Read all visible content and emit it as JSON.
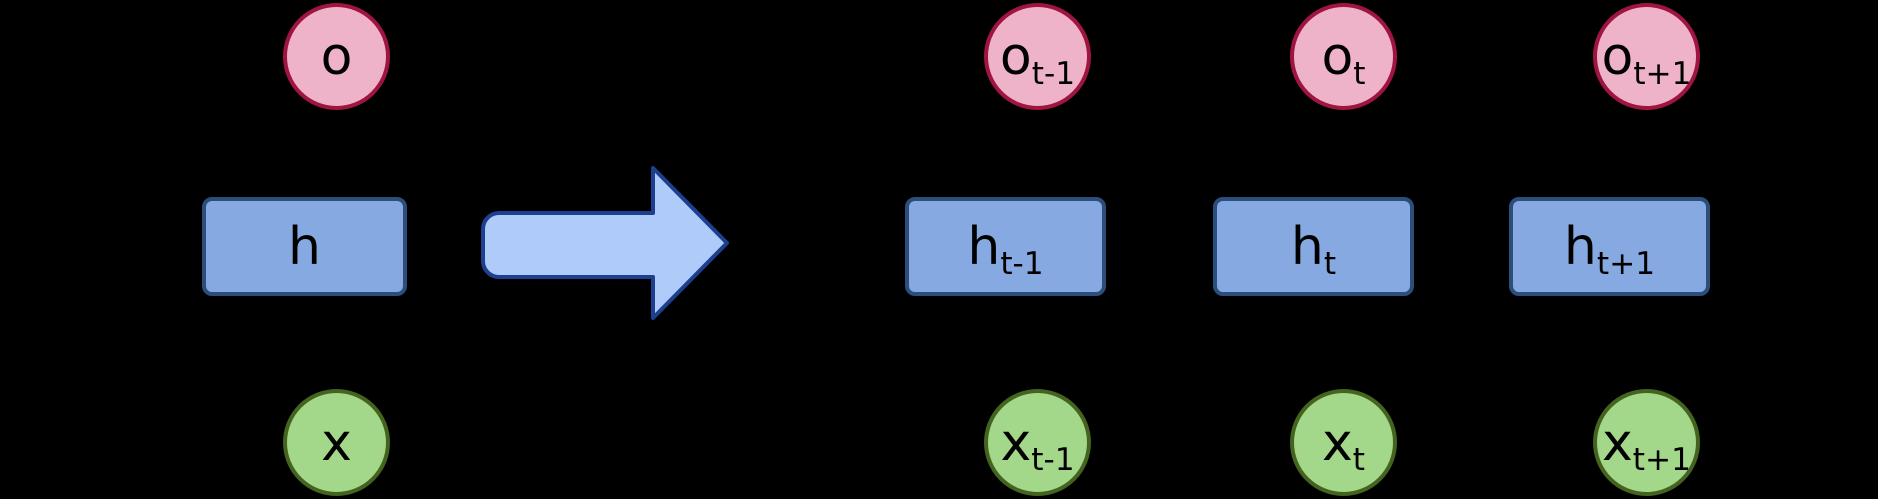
{
  "colors": {
    "background": "#000000",
    "text": "#000000",
    "output_fill": "#efb3c9",
    "output_border": "#a01441",
    "hidden_fill": "#85a9e0",
    "hidden_border": "#2b4e7a",
    "input_fill": "#a3d789",
    "input_border": "#44631f",
    "arrow_fill": "#aecbfa",
    "arrow_border": "#1d3f8e"
  },
  "folded": {
    "output": {
      "main": "o",
      "sub": ""
    },
    "hidden": {
      "main": "h",
      "sub": ""
    },
    "input": {
      "main": "x",
      "sub": ""
    }
  },
  "unroll_arrow": {
    "icon": "right-block-arrow",
    "direction": "right"
  },
  "unrolled": {
    "columns": [
      {
        "time": "t-1",
        "output": {
          "main": "o",
          "sub": "t-1"
        },
        "hidden": {
          "main": "h",
          "sub": "t-1"
        },
        "input": {
          "main": "x",
          "sub": "t-1"
        }
      },
      {
        "time": "t",
        "output": {
          "main": "o",
          "sub": "t"
        },
        "hidden": {
          "main": "h",
          "sub": "t"
        },
        "input": {
          "main": "x",
          "sub": "t"
        }
      },
      {
        "time": "t+1",
        "output": {
          "main": "o",
          "sub": "t+1"
        },
        "hidden": {
          "main": "h",
          "sub": "t+1"
        },
        "input": {
          "main": "x",
          "sub": "t+1"
        }
      }
    ]
  }
}
